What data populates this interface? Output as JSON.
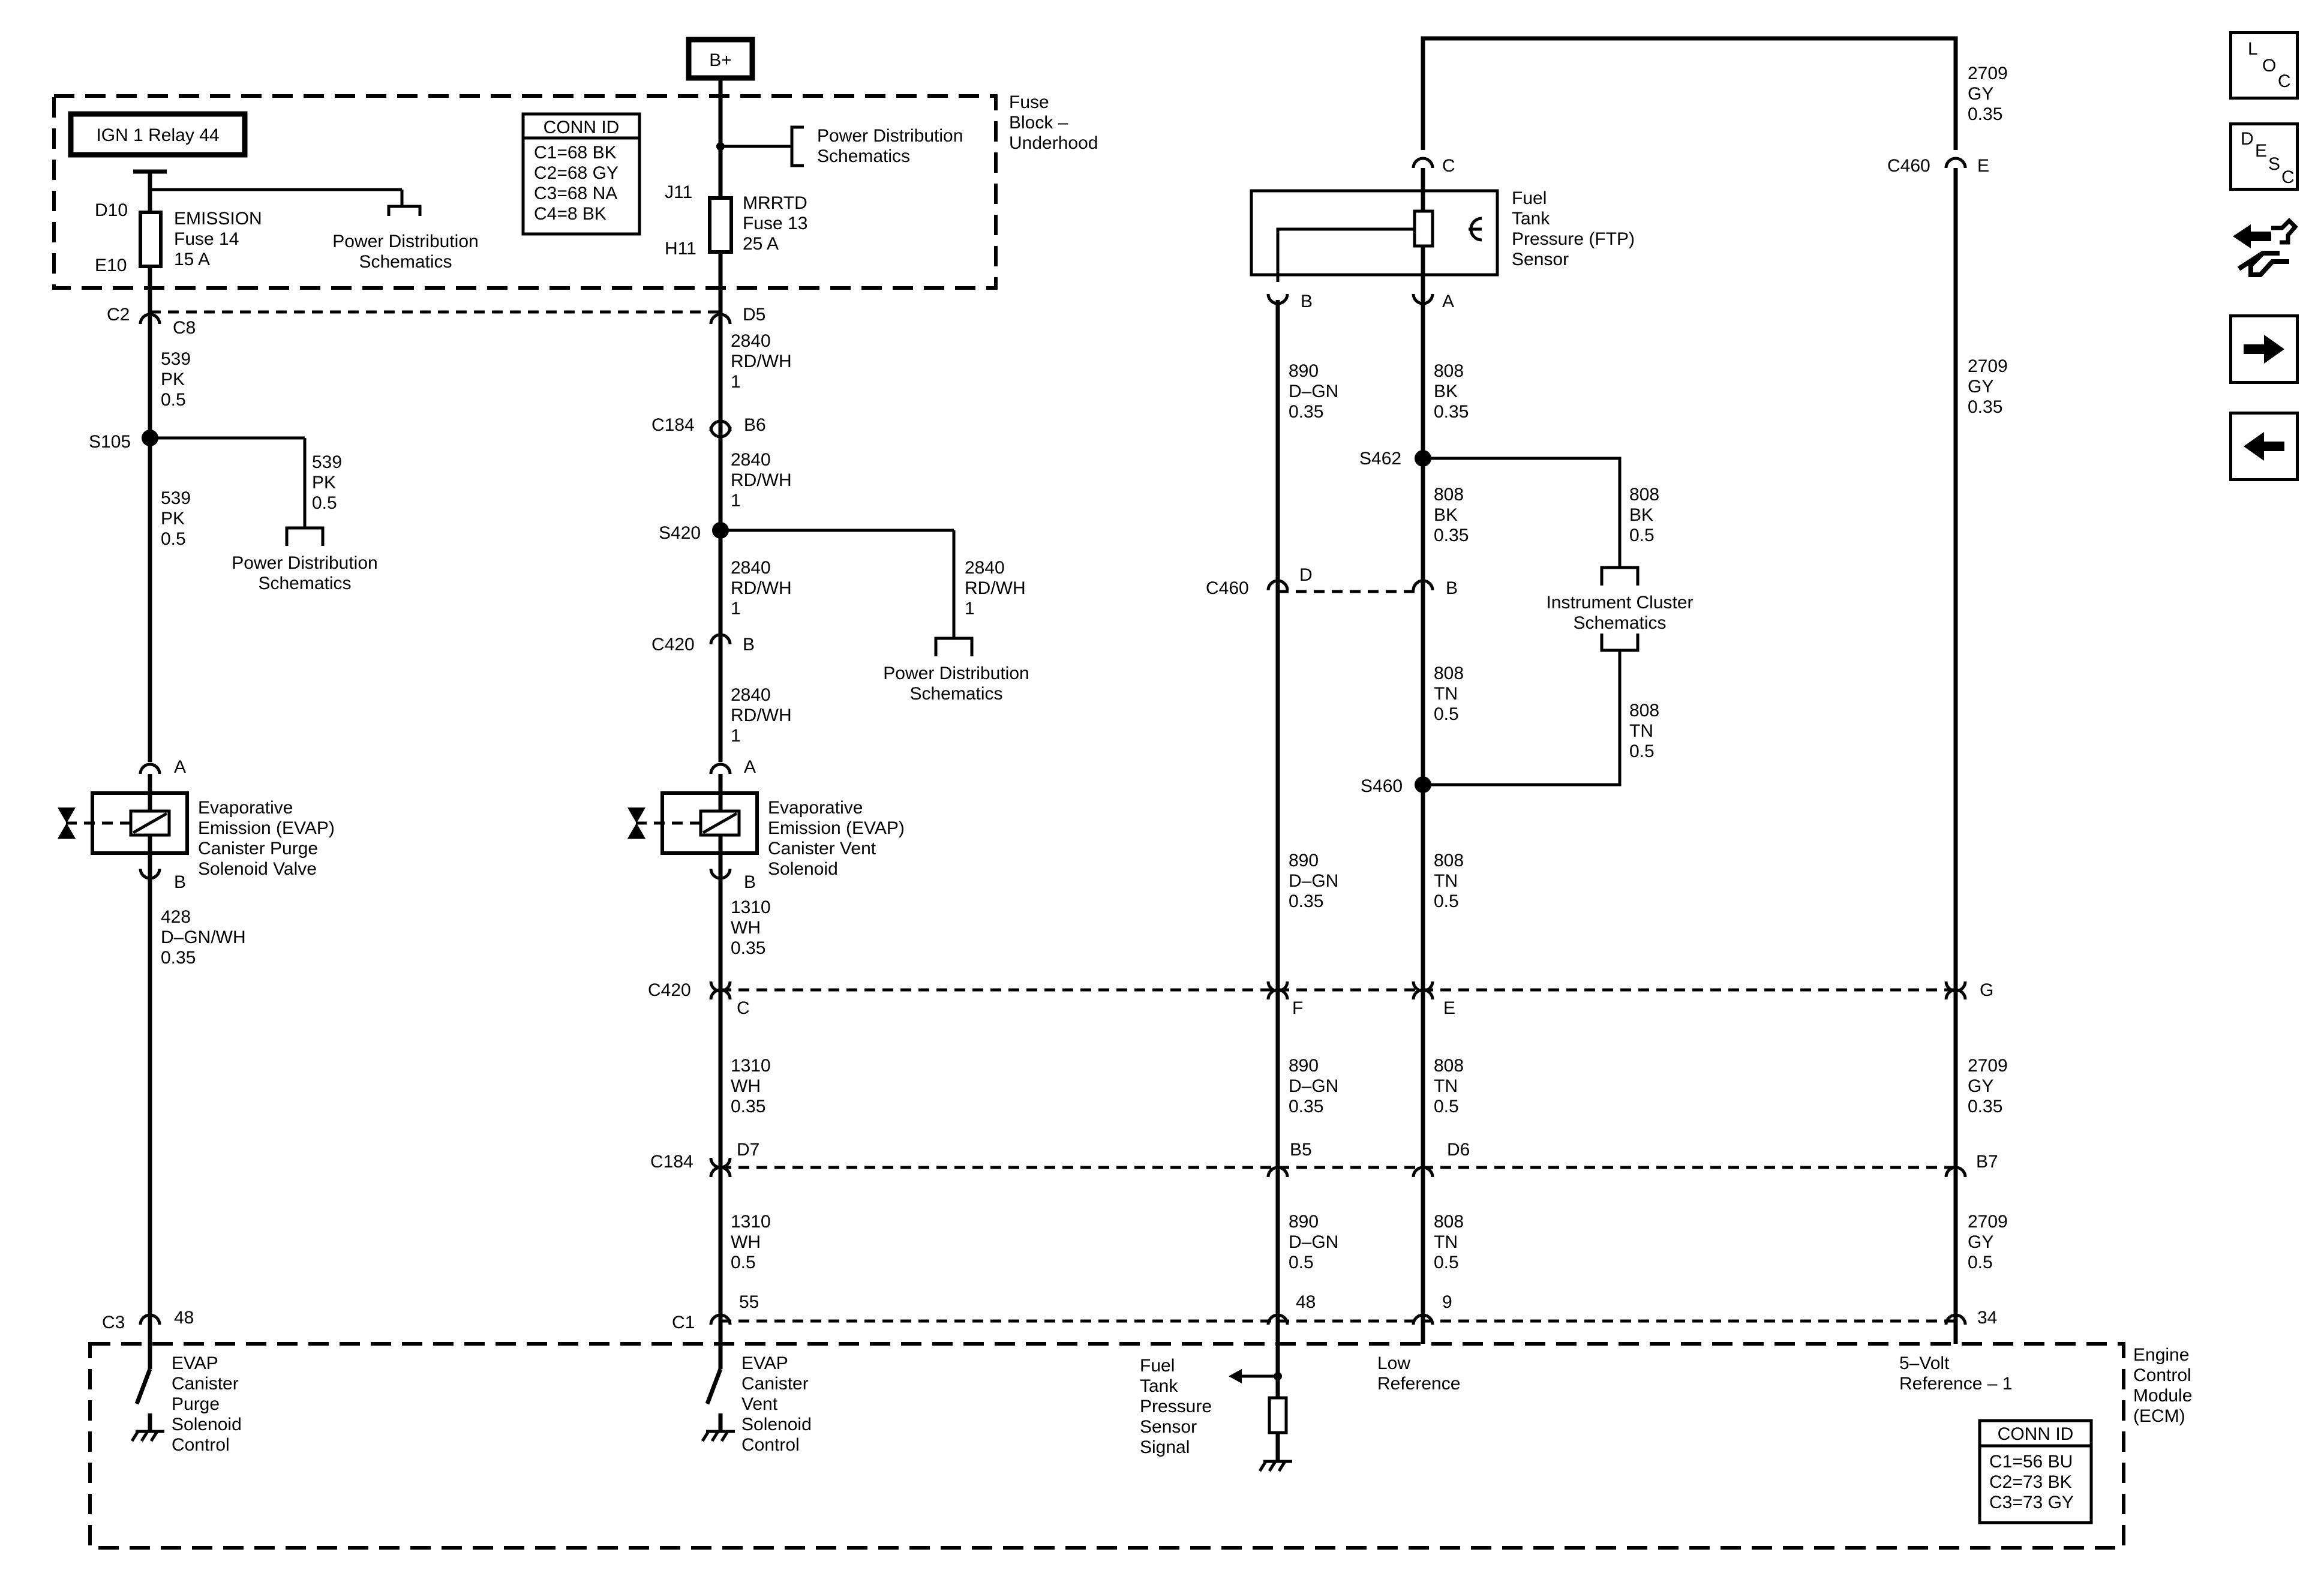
{
  "power": {
    "source": "B+"
  },
  "fuse_block": {
    "relay": "IGN 1 Relay 44",
    "name": [
      "Fuse",
      "Block –",
      "Underhood"
    ],
    "conn_id": {
      "title": "CONN ID",
      "items": [
        "C1=68 BK",
        "C2=68 GY",
        "C3=68 NA",
        "C4=8 BK"
      ]
    },
    "fuse_emission": {
      "terminal_top": "D10",
      "terminal_bottom": "E10",
      "label": [
        "EMISSION",
        "Fuse 14",
        "15 A"
      ]
    },
    "fuse_mrrtd": {
      "terminal_top": "J11",
      "terminal_bottom": "H11",
      "label": [
        "MRRTD",
        "Fuse 13",
        "25 A"
      ]
    },
    "ref_emission": [
      "Power Distribution",
      "Schematics"
    ],
    "ref_mrrtd": [
      "Power Distribution",
      "Schematics"
    ]
  },
  "connectors": {
    "c2": "C2",
    "c8": "C8",
    "d5": "D5",
    "c184_1": "C184",
    "b6": "B6",
    "s105": "S105",
    "s420": "S420",
    "c420_1": "C420",
    "b_c420": "B",
    "a1": "A",
    "b1": "B",
    "a2": "A",
    "b2": "B",
    "c420_2": "C420",
    "c_c420": "C",
    "f_c420": "F",
    "e_c420": "E",
    "g_c420": "G",
    "c184_2": "C184",
    "d7": "D7",
    "b5": "B5",
    "d6": "D6",
    "b7": "B7",
    "c3": "C3",
    "p48a": "48",
    "c1": "C1",
    "p55": "55",
    "p48b": "48",
    "p9": "9",
    "p34": "34",
    "c_top": "C",
    "b_ftp": "B",
    "a_ftp": "A",
    "s462": "S462",
    "c460_1": "C460",
    "d_c460": "D",
    "b_c460": "B",
    "s460": "S460",
    "c460_top": "C460",
    "e_c460": "E"
  },
  "wires": {
    "w539a": [
      "539",
      "PK",
      "0.5"
    ],
    "w539b": [
      "539",
      "PK",
      "0.5"
    ],
    "w539c": [
      "539",
      "PK",
      "0.5"
    ],
    "w428": [
      "428",
      "D–GN/WH",
      "0.35"
    ],
    "w2840a": [
      "2840",
      "RD/WH",
      "1"
    ],
    "w2840b": [
      "2840",
      "RD/WH",
      "1"
    ],
    "w2840c": [
      "2840",
      "RD/WH",
      "1"
    ],
    "w2840d": [
      "2840",
      "RD/WH",
      "1"
    ],
    "w2840e": [
      "2840",
      "RD/WH",
      "1"
    ],
    "w1310a": [
      "1310",
      "WH",
      "0.35"
    ],
    "w1310b": [
      "1310",
      "WH",
      "0.35"
    ],
    "w1310c": [
      "1310",
      "WH",
      "0.5"
    ],
    "w890a": [
      "890",
      "D–GN",
      "0.35"
    ],
    "w890b": [
      "890",
      "D–GN",
      "0.35"
    ],
    "w890c": [
      "890",
      "D–GN",
      "0.35"
    ],
    "w890d": [
      "890",
      "D–GN",
      "0.5"
    ],
    "w808a": [
      "808",
      "BK",
      "0.35"
    ],
    "w808b": [
      "808",
      "BK",
      "0.35"
    ],
    "w808c": [
      "808",
      "BK",
      "0.5"
    ],
    "w808d": [
      "808",
      "TN",
      "0.5"
    ],
    "w808e": [
      "808",
      "TN",
      "0.5"
    ],
    "w808f": [
      "808",
      "TN",
      "0.5"
    ],
    "w808g": [
      "808",
      "TN",
      "0.5"
    ],
    "w808h": [
      "808",
      "TN",
      "0.5"
    ],
    "w2709a": [
      "2709",
      "GY",
      "0.35"
    ],
    "w2709b": [
      "2709",
      "GY",
      "0.35"
    ],
    "w2709c": [
      "2709",
      "GY",
      "0.35"
    ],
    "w2709d": [
      "2709",
      "GY",
      "0.5"
    ]
  },
  "refs": {
    "pd_s105": [
      "Power Distribution",
      "Schematics"
    ],
    "pd_s420": [
      "Power Distribution",
      "Schematics"
    ],
    "instrument_cluster": [
      "Instrument Cluster",
      "Schematics"
    ]
  },
  "components": {
    "purge_valve": [
      "Evaporative",
      "Emission (EVAP)",
      "Canister Purge",
      "Solenoid Valve"
    ],
    "vent_solenoid": [
      "Evaporative",
      "Emission (EVAP)",
      "Canister Vent",
      "Solenoid"
    ],
    "ftp_sensor": [
      "Fuel",
      "Tank",
      "Pressure (FTP)",
      "Sensor"
    ]
  },
  "ecm": {
    "name": [
      "Engine",
      "Control",
      "Module",
      "(ECM)"
    ],
    "purge_control": [
      "EVAP",
      "Canister",
      "Purge",
      "Solenoid",
      "Control"
    ],
    "vent_control": [
      "EVAP",
      "Canister",
      "Vent",
      "Solenoid",
      "Control"
    ],
    "ftp_signal": [
      "Fuel",
      "Tank",
      "Pressure",
      "Sensor",
      "Signal"
    ],
    "low_ref": [
      "Low",
      "Reference"
    ],
    "five_volt_ref": [
      "5–Volt",
      "Reference – 1"
    ],
    "conn_id": {
      "title": "CONN ID",
      "items": [
        "C1=56 BU",
        "C2=73 BK",
        "C3=73 GY"
      ]
    }
  },
  "nav": {
    "loc": [
      "L",
      "O",
      "C"
    ],
    "desc": [
      "D",
      "E",
      "S",
      "C"
    ]
  }
}
